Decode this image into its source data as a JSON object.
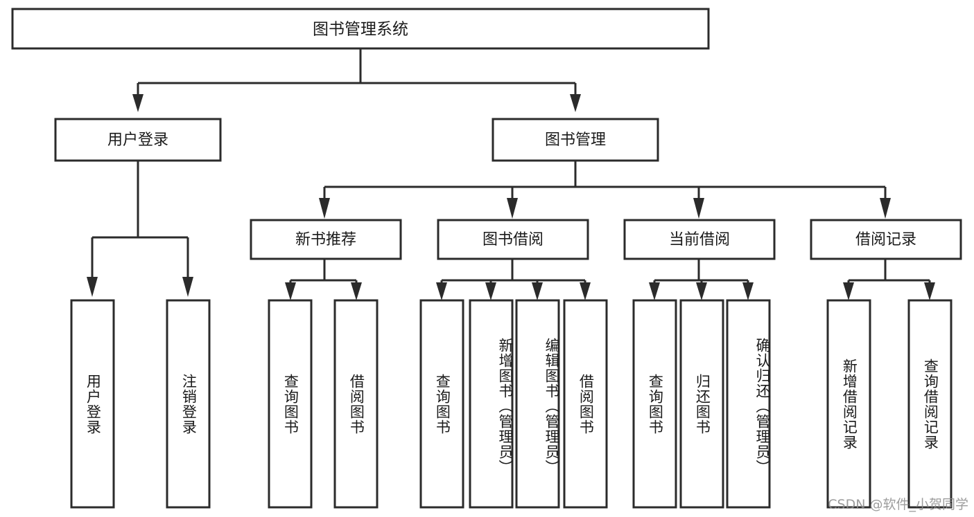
{
  "diagram": {
    "type": "tree",
    "title": "图书管理系统",
    "watermark": "CSDN @软件_小贺同学",
    "colors": {
      "stroke": "#2b2b2b",
      "fill": "#ffffff",
      "text": "#1a1a1a",
      "watermark": "#8c8c8c",
      "background": "#ffffff"
    },
    "root": {
      "label": "图书管理系统",
      "orientation": "horizontal"
    },
    "level2": [
      {
        "id": "user-login",
        "label": "用户登录",
        "orientation": "horizontal"
      },
      {
        "id": "book-manage",
        "label": "图书管理",
        "orientation": "horizontal"
      }
    ],
    "level3": [
      {
        "id": "new-book-recommend",
        "label": "新书推荐",
        "orientation": "horizontal",
        "parent": "book-manage"
      },
      {
        "id": "book-borrow",
        "label": "图书借阅",
        "orientation": "horizontal",
        "parent": "book-manage"
      },
      {
        "id": "current-borrow",
        "label": "当前借阅",
        "orientation": "horizontal",
        "parent": "book-manage"
      },
      {
        "id": "borrow-record",
        "label": "借阅记录",
        "orientation": "horizontal",
        "parent": "book-manage"
      }
    ],
    "leaves": [
      {
        "id": "leaf-user-login",
        "label": "用户登录",
        "parent": "user-login",
        "orientation": "vertical"
      },
      {
        "id": "leaf-user-logout",
        "label": "注销登录",
        "parent": "user-login",
        "orientation": "vertical"
      },
      {
        "id": "leaf-query-book-1",
        "label": "查询图书",
        "parent": "new-book-recommend",
        "orientation": "vertical"
      },
      {
        "id": "leaf-borrow-book-1",
        "label": "借阅图书",
        "parent": "new-book-recommend",
        "orientation": "vertical"
      },
      {
        "id": "leaf-query-book-2",
        "label": "查询图书",
        "parent": "book-borrow",
        "orientation": "vertical"
      },
      {
        "id": "leaf-add-book",
        "label": "新增图书（管理员）",
        "parent": "book-borrow",
        "orientation": "vertical"
      },
      {
        "id": "leaf-edit-book",
        "label": "编辑图书（管理员）",
        "parent": "book-borrow",
        "orientation": "vertical"
      },
      {
        "id": "leaf-borrow-book-2",
        "label": "借阅图书",
        "parent": "book-borrow",
        "orientation": "vertical"
      },
      {
        "id": "leaf-query-book-3",
        "label": "查询图书",
        "parent": "current-borrow",
        "orientation": "vertical"
      },
      {
        "id": "leaf-return-book",
        "label": "归还图书",
        "parent": "current-borrow",
        "orientation": "vertical"
      },
      {
        "id": "leaf-confirm-return",
        "label": "确认归还（管理员）",
        "parent": "current-borrow",
        "orientation": "vertical"
      },
      {
        "id": "leaf-add-record",
        "label": "新增借阅记录",
        "parent": "borrow-record",
        "orientation": "vertical"
      },
      {
        "id": "leaf-query-record",
        "label": "查询借阅记录",
        "parent": "borrow-record",
        "orientation": "vertical"
      }
    ]
  }
}
